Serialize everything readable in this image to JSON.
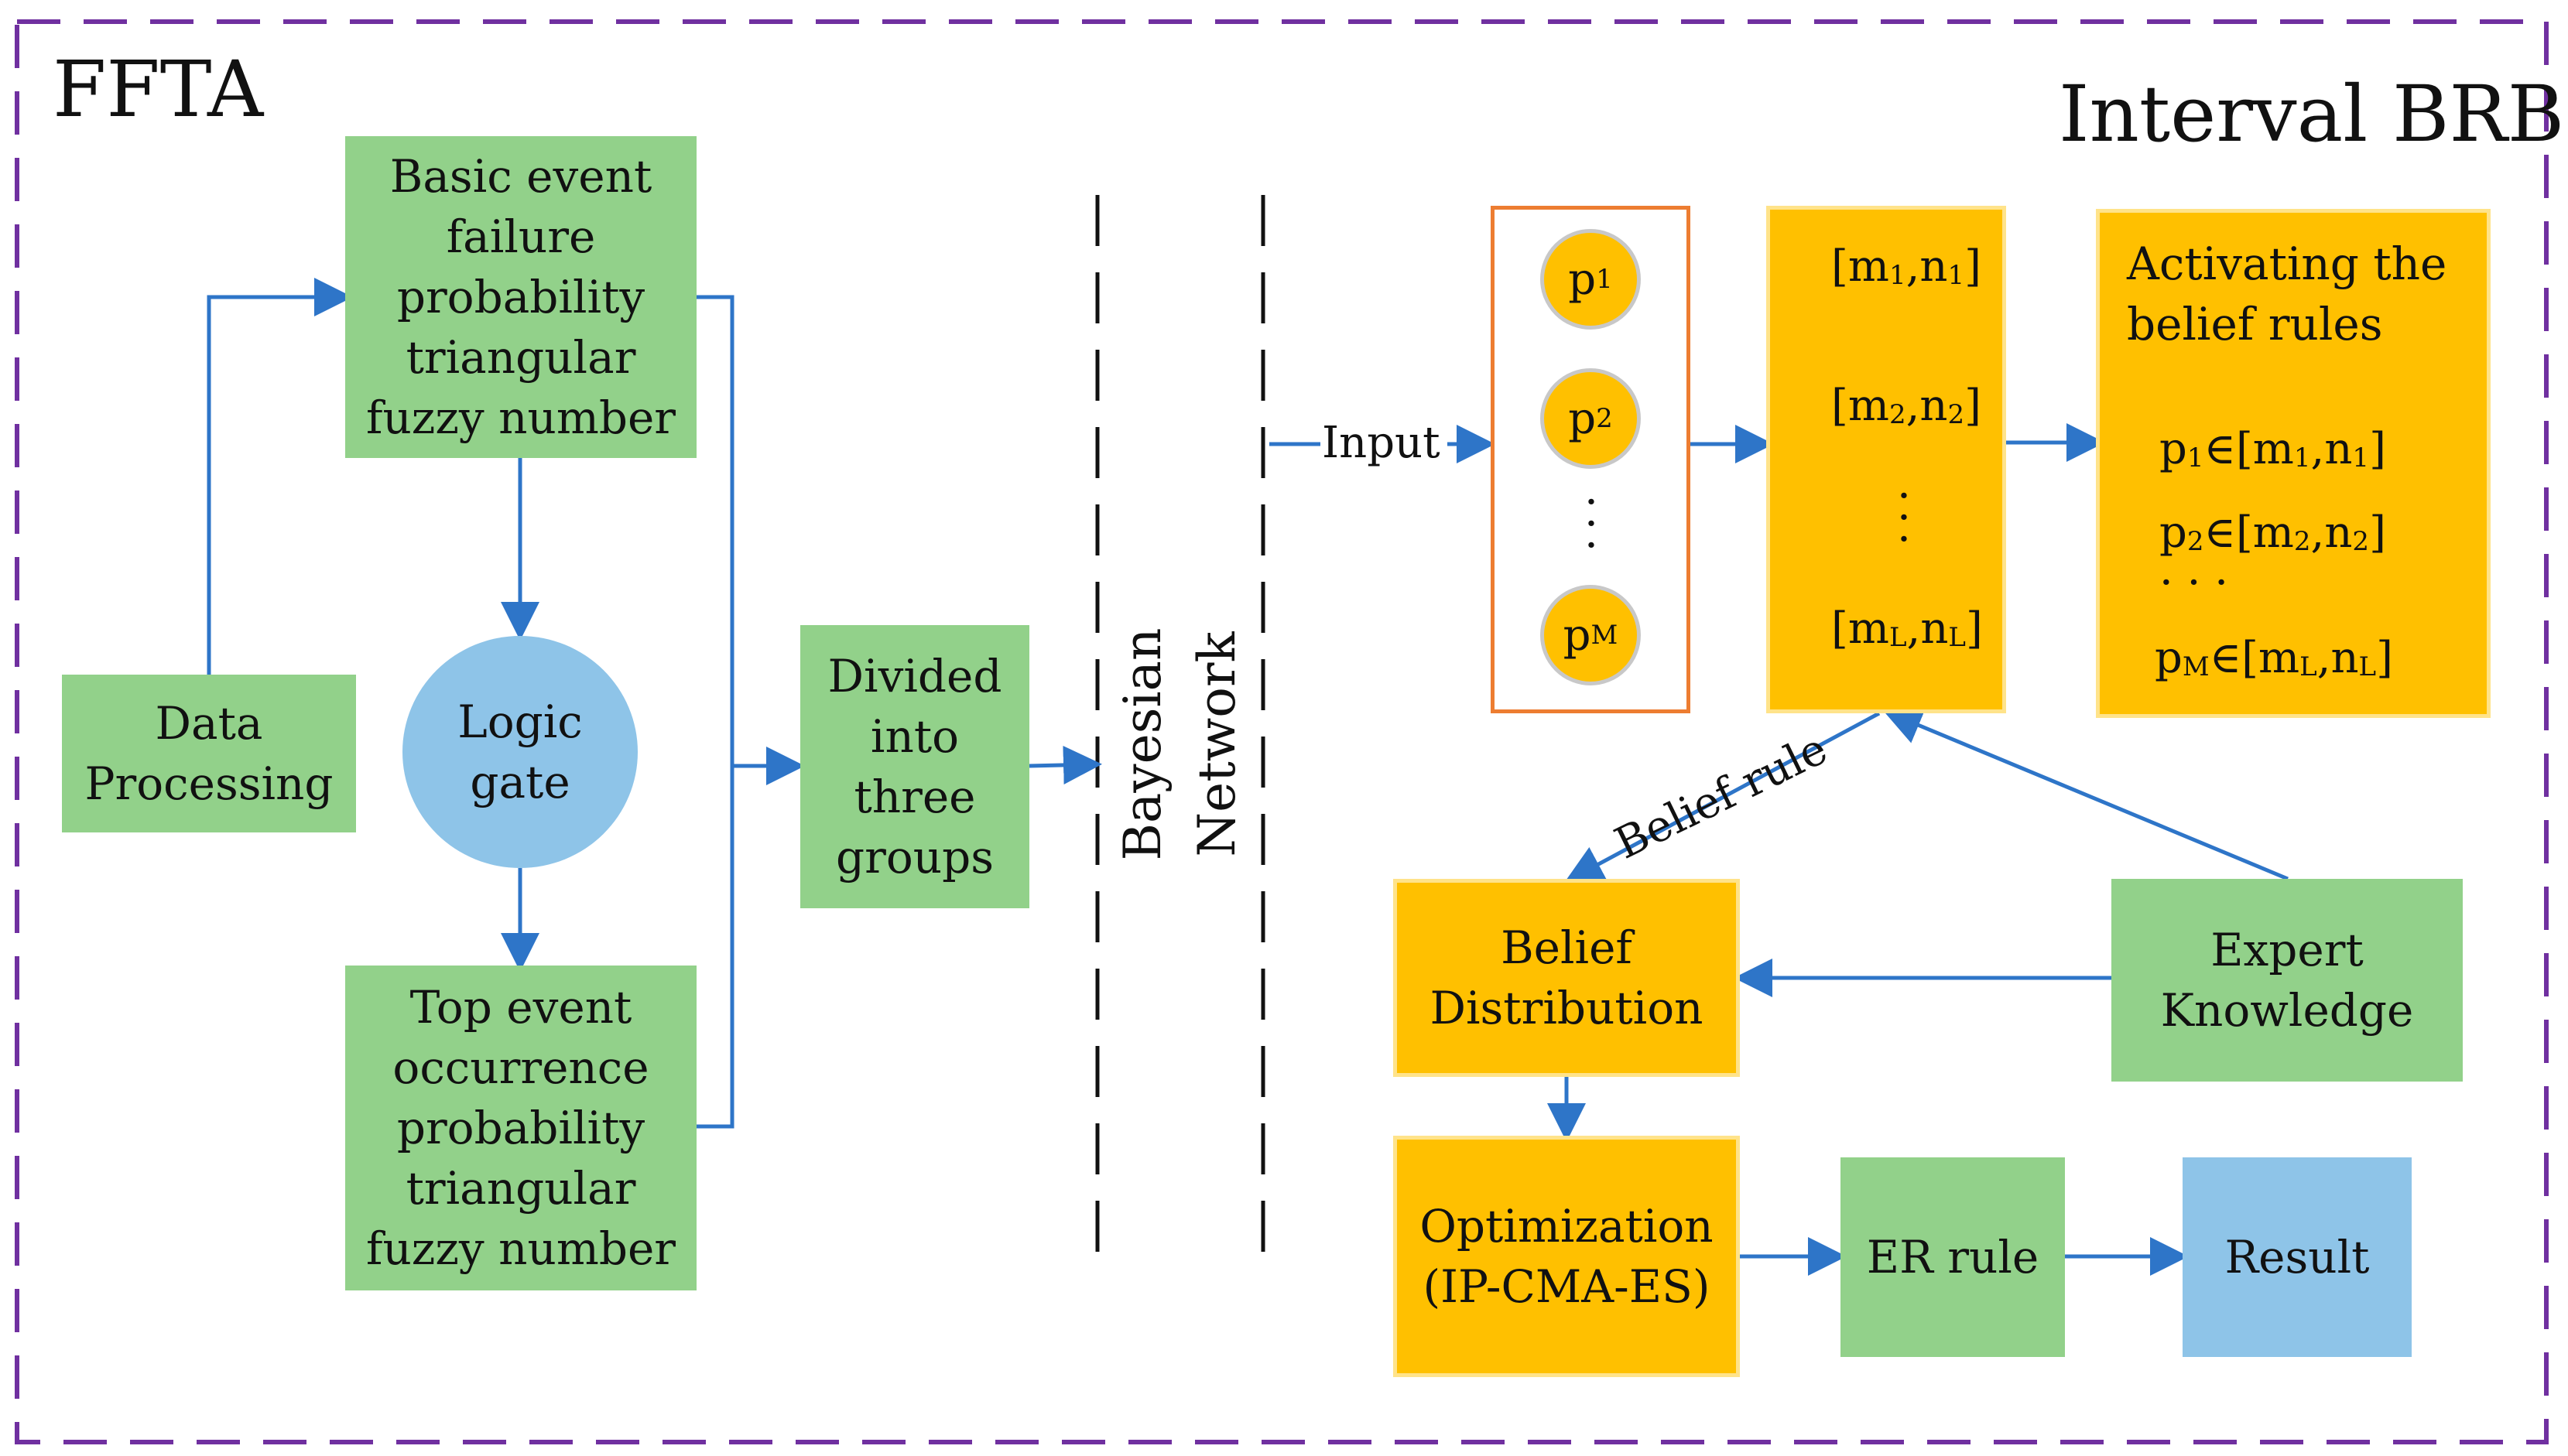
{
  "titles": {
    "fft": "FFTA",
    "brb": "Interval BRB"
  },
  "left": {
    "basic_event": "Basic event\nfailure\nprobability\ntriangular\nfuzzy number",
    "data_processing": "Data\nProcessing",
    "logic_gate": "Logic\ngate",
    "top_event": "Top event\noccurrence\nprobability\ntriangular\nfuzzy number",
    "divided": "Divided\ninto\nthree\ngroups"
  },
  "bayesian": "Bayesian\nNetwork",
  "input_label": "Input",
  "inputs": [
    {
      "base": "p",
      "sub": "1"
    },
    {
      "base": "p",
      "sub": "2"
    },
    {
      "base": "p",
      "sub": "M"
    }
  ],
  "intervals": [
    {
      "m": "1",
      "n": "1"
    },
    {
      "m": "2",
      "n": "2"
    },
    {
      "m": "L",
      "n": "L"
    }
  ],
  "activating": {
    "title": "Activating the\nbelief rules",
    "rules": [
      {
        "p": "1",
        "m": "1",
        "n": "1"
      },
      {
        "p": "2",
        "m": "2",
        "n": "2"
      },
      {
        "p": "M",
        "m": "L",
        "n": "L"
      }
    ]
  },
  "belief_rule_label": "Belief rule",
  "belief_distribution": "Belief\nDistribution",
  "expert_knowledge": "Expert\nKnowledge",
  "optimization": "Optimization\n(IP-CMA-ES)",
  "er_rule": "ER rule",
  "result": "Result",
  "colors": {
    "green": "#92d18a",
    "yellow": "#ffc000",
    "blue": "#8ec4e8",
    "frame": "#7030a0",
    "arrow": "#2e75c8",
    "input_border": "#ed7d31"
  }
}
